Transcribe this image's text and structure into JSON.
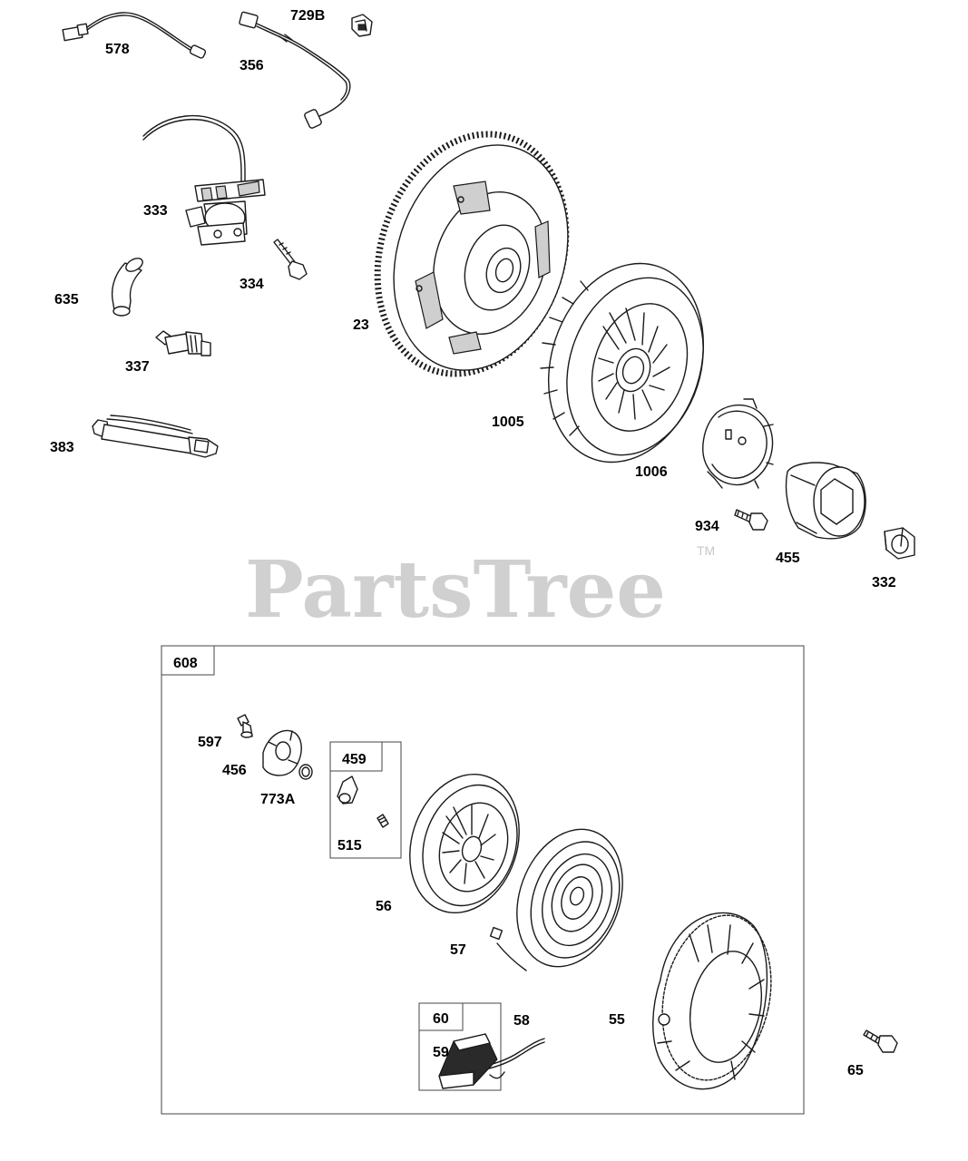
{
  "watermark": {
    "text": "PartsTree",
    "tm": "TM"
  },
  "callouts": {
    "p578": "578",
    "p729B": "729B",
    "p356": "356",
    "p333": "333",
    "p334": "334",
    "p635": "635",
    "p23": "23",
    "p337": "337",
    "p1005": "1005",
    "p383": "383",
    "p1006": "1006",
    "p934": "934",
    "p455": "455",
    "p332": "332",
    "p65": "65"
  },
  "assembly_608": {
    "title": "608",
    "callouts": {
      "p597": "597",
      "p456": "456",
      "p773A": "773A",
      "p515": "515",
      "p56": "56",
      "p57": "57",
      "p55": "55",
      "p58": "58",
      "p59": "59"
    },
    "kit_459": {
      "title": "459"
    },
    "kit_60": {
      "title": "60"
    }
  }
}
